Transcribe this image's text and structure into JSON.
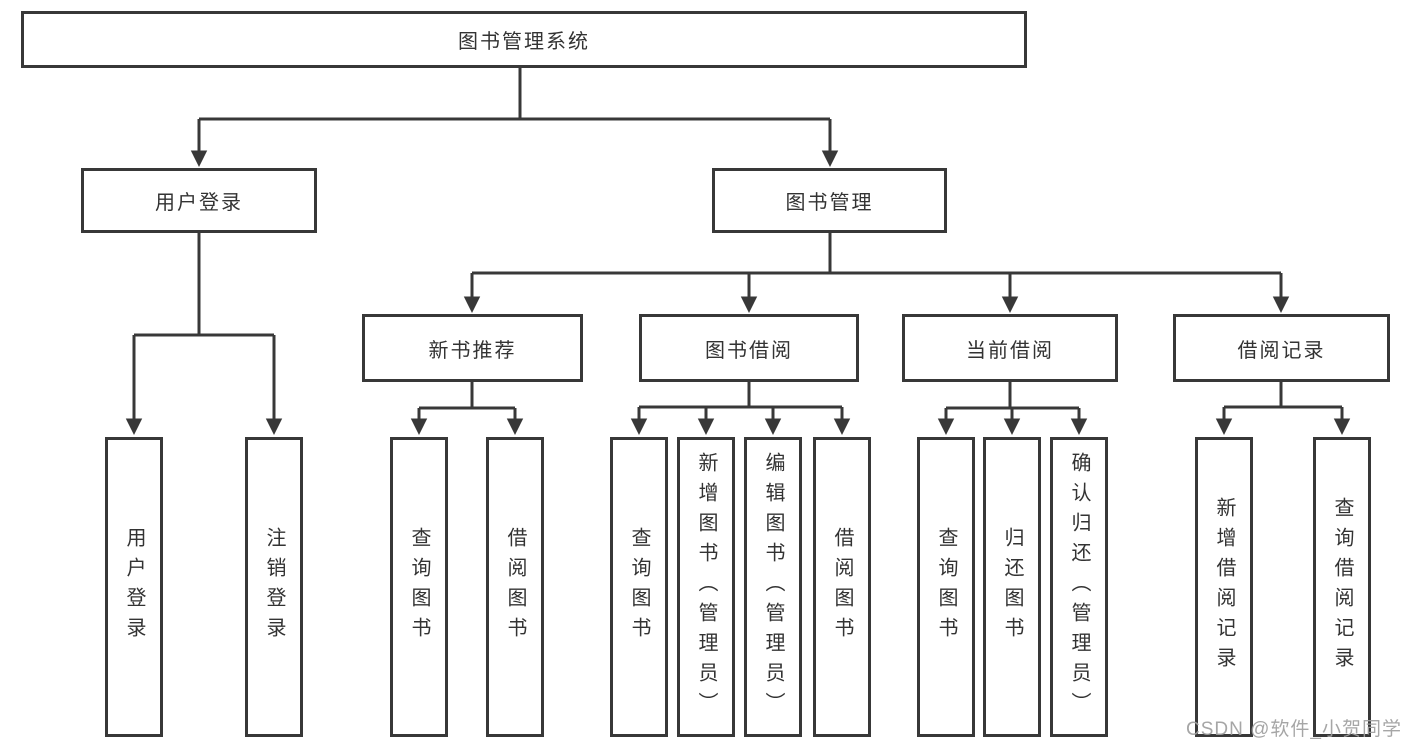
{
  "diagram": {
    "root": {
      "label": "图书管理系统"
    },
    "branches": [
      {
        "label": "用户登录",
        "children": [
          {
            "label": "用户登录"
          },
          {
            "label": "注销登录"
          }
        ]
      },
      {
        "label": "图书管理",
        "children": [
          {
            "label": "新书推荐",
            "children": [
              {
                "label": "查询图书"
              },
              {
                "label": "借阅图书"
              }
            ]
          },
          {
            "label": "图书借阅",
            "children": [
              {
                "label": "查询图书"
              },
              {
                "label": "新增图书（管理员）"
              },
              {
                "label": "编辑图书（管理员）"
              },
              {
                "label": "借阅图书"
              }
            ]
          },
          {
            "label": "当前借阅",
            "children": [
              {
                "label": "查询图书"
              },
              {
                "label": "归还图书"
              },
              {
                "label": "确认归还（管理员）"
              }
            ]
          },
          {
            "label": "借阅记录",
            "children": [
              {
                "label": "新增借阅记录"
              },
              {
                "label": "查询借阅记录"
              }
            ]
          }
        ]
      }
    ],
    "watermark": "CSDN @软件_小贺同学",
    "colors": {
      "line": "#383838",
      "box_border": "#383838",
      "text": "#333333",
      "background": "#ffffff",
      "watermark": "#9f9f9f"
    }
  }
}
